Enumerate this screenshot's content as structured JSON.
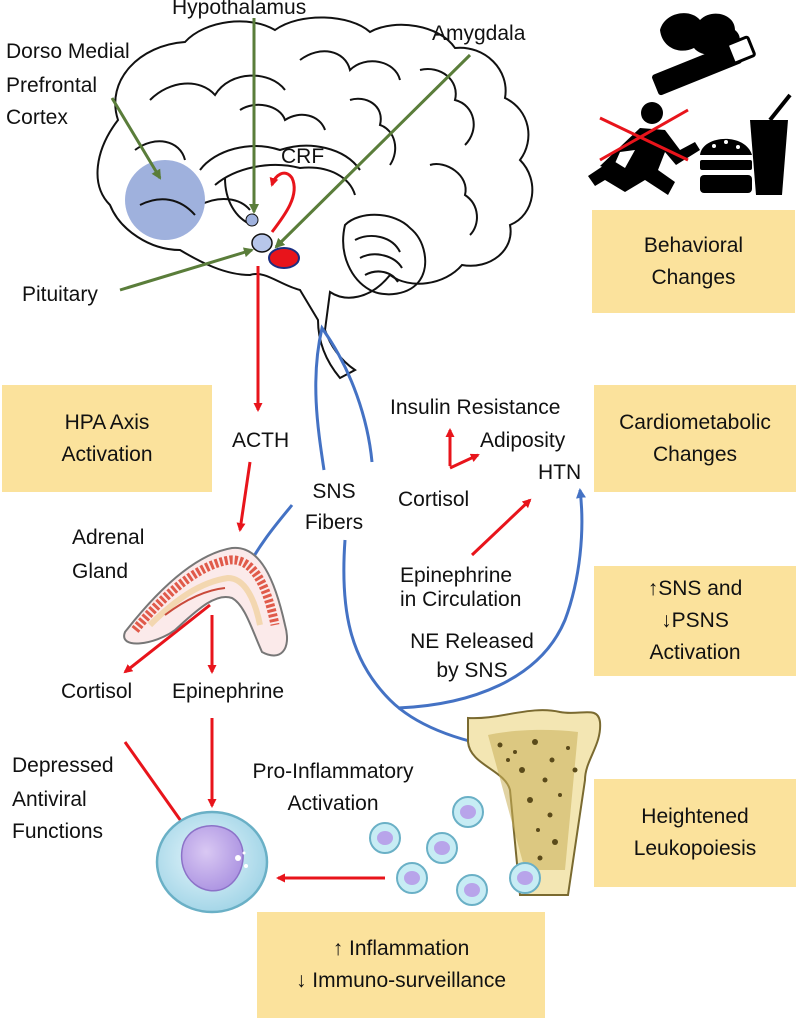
{
  "brain": {
    "hypothalamus": "Hypothalamus",
    "amygdala": "Amygdala",
    "dmpfc": [
      "Dorso Medial",
      "Prefrontal",
      "Cortex"
    ],
    "crf": "CRF",
    "pituitary": "Pituitary"
  },
  "pathway": {
    "acth": "ACTH",
    "sns_fibers": [
      "SNS",
      "Fibers"
    ],
    "adrenal_gland": [
      "Adrenal",
      "Gland"
    ],
    "cortisol_left": "Cortisol",
    "epinephrine": "Epinephrine",
    "depressed_antiviral": [
      "Depressed",
      "Antiviral",
      "Functions"
    ],
    "pro_inflammatory": [
      "Pro-Inflammatory",
      "Activation"
    ]
  },
  "cardio": {
    "insulin_resistance": "Insulin Resistance",
    "adiposity": "Adiposity",
    "htn": "HTN",
    "cortisol": "Cortisol",
    "epinephrine_circ": [
      "Epinephrine",
      "in Circulation"
    ],
    "ne_released": [
      "NE Released",
      "by SNS"
    ]
  },
  "boxes": {
    "behavioral": [
      "Behavioral",
      "Changes"
    ],
    "hpa": [
      "HPA Axis",
      "Activation"
    ],
    "cardiometabolic": [
      "Cardiometabolic",
      "Changes"
    ],
    "sns_psns": [
      "↑SNS and",
      "↓PSNS",
      "Activation"
    ],
    "leukopoiesis": [
      "Heightened",
      "Leukopoiesis"
    ],
    "inflammation": [
      "↑ Inflammation",
      "↓ Immuno-surveillance"
    ]
  },
  "colors": {
    "box_fill": "#fbe29c",
    "red_arrow": "#e8141b",
    "green_arrow": "#5a7d3a",
    "blue_arrow": "#4472c4",
    "dmpfc_circle": "#9fb1dd",
    "amygdala_fill": "#e8141b"
  },
  "icons": [
    "smoking-icon",
    "running-crossed-icon",
    "fast-food-icon",
    "brain-illustration",
    "adrenal-gland-illustration",
    "bone-illustration",
    "immune-cell-icon"
  ]
}
